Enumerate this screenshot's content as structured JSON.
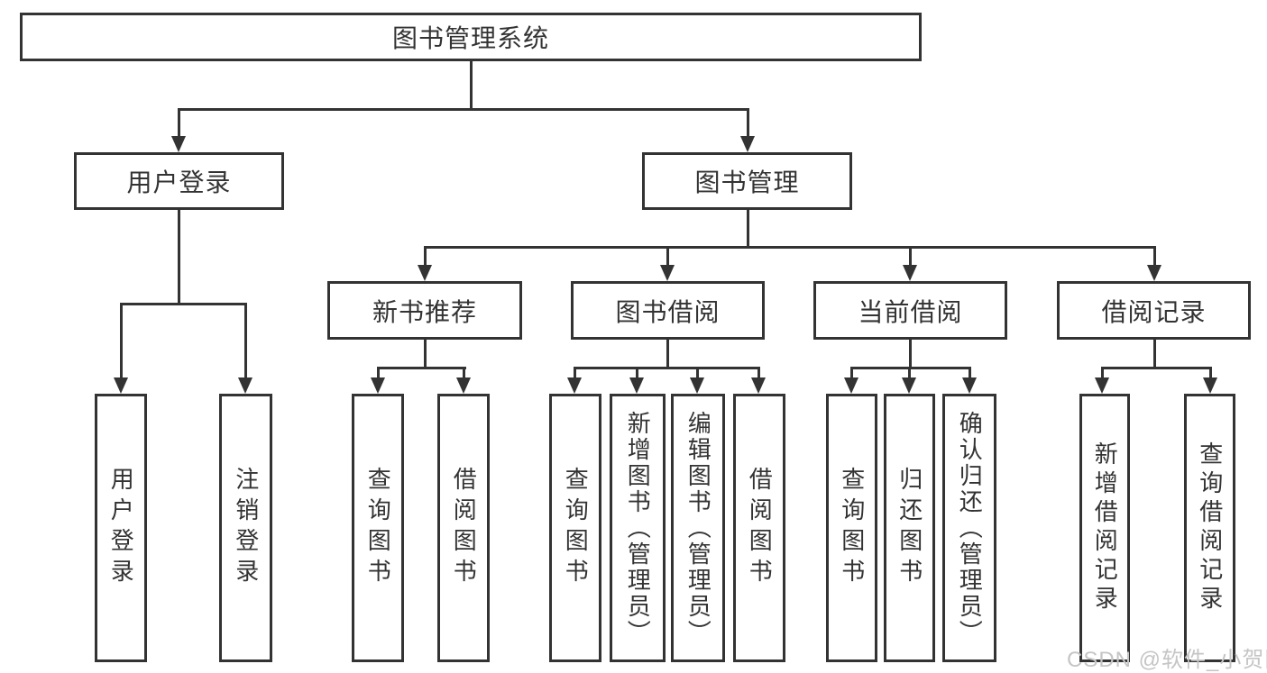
{
  "diagram": {
    "title": "图书管理系统",
    "nodes": {
      "root": "图书管理系统",
      "level2": [
        "用户登录",
        "图书管理"
      ],
      "level3": [
        "新书推荐",
        "图书借阅",
        "当前借阅",
        "借阅记录"
      ],
      "leaves": [
        "用户登录",
        "注销登录",
        "查询图书",
        "借阅图书",
        "查询图书",
        "新增图书（管理员）",
        "编辑图书（管理员）",
        "借阅图书",
        "查询图书",
        "归还图书",
        "确认归还（管理员）",
        "新增借阅记录",
        "查询借阅记录"
      ]
    }
  },
  "watermark": "CSDN @软件_小贺同学",
  "colors": {
    "line": "#333333",
    "text": "#333333",
    "box_background": "#ffffff",
    "watermark": "#c5c5c5",
    "background": "#ffffff"
  }
}
